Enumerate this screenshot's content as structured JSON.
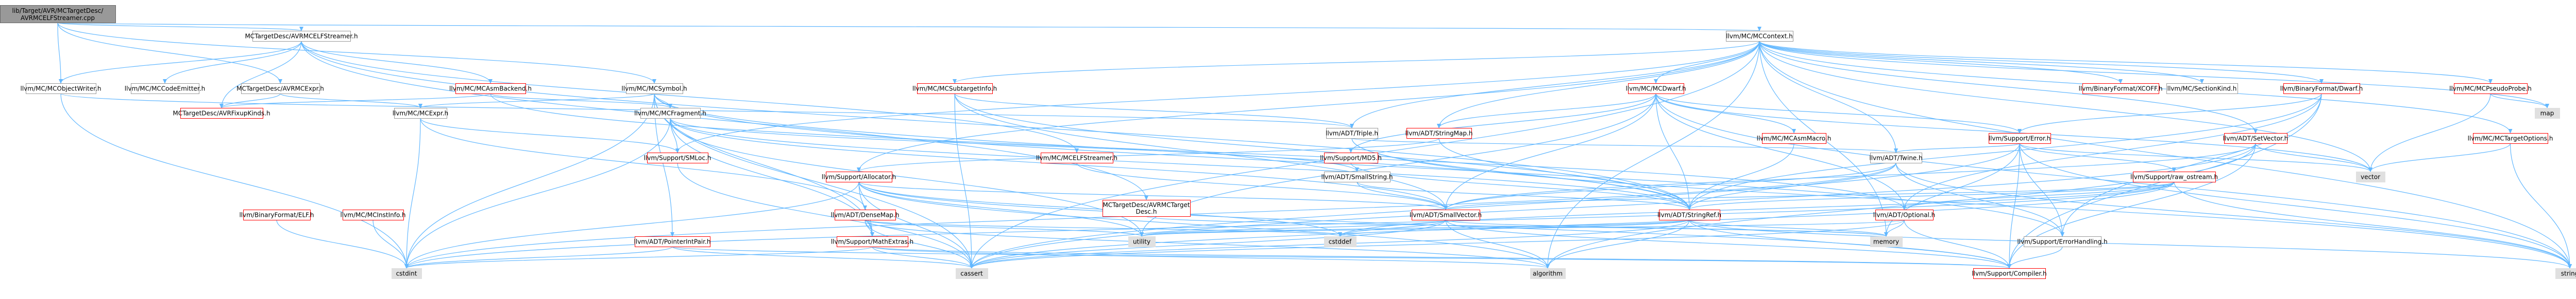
{
  "colors": {
    "edge": "#63b8ff",
    "node_fill": "#ffffff",
    "node_border_default": "#999999",
    "node_border_linked": "#ff0000",
    "root_fill": "#999999",
    "root_border": "#666666",
    "text": "#000000"
  },
  "graph": {
    "nodes": [
      {
        "id": "root",
        "label": "lib/Target/AVR/MCTargetDesc/AVRMCELFStreamer.cpp",
        "kind": "root"
      },
      {
        "id": "avrmcelfstreamer_h",
        "label": "MCTargetDesc/AVRMCELFStreamer.h",
        "kind": "default"
      },
      {
        "id": "mccontext_h",
        "label": "llvm/MC/MCContext.h",
        "kind": "default"
      },
      {
        "id": "mcobjectwriter_h",
        "label": "llvm/MC/MCObjectWriter.h",
        "kind": "default"
      },
      {
        "id": "mccodeemitter_h",
        "label": "llvm/MC/MCCodeEmitter.h",
        "kind": "default"
      },
      {
        "id": "avrmcexpr_h",
        "label": "MCTargetDesc/AVRMCExpr.h",
        "kind": "default"
      },
      {
        "id": "mcasmbackend_h",
        "label": "llvm/MC/MCAsmBackend.h",
        "kind": "linked"
      },
      {
        "id": "mcsymbol_h",
        "label": "llvm/MC/MCSymbol.h",
        "kind": "default"
      },
      {
        "id": "avrfixupkinds_h",
        "label": "MCTargetDesc/AVRFixupKinds.h",
        "kind": "linked"
      },
      {
        "id": "mcexpr_h",
        "label": "llvm/MC/MCExpr.h",
        "kind": "default"
      },
      {
        "id": "mcfragment_h",
        "label": "llvm/MC/MCFragment.h",
        "kind": "default"
      },
      {
        "id": "mcsubtargetinfo_h",
        "label": "llvm/MC/MCSubtargetInfo.h",
        "kind": "linked"
      },
      {
        "id": "mcdwarf_h",
        "label": "llvm/MC/MCDwarf.h",
        "kind": "linked"
      },
      {
        "id": "binaryformat_xcoff_h",
        "label": "llvm/BinaryFormat/XCOFF.h",
        "kind": "linked"
      },
      {
        "id": "mcsectionkind_h",
        "label": "llvm/MC/SectionKind.h",
        "kind": "default"
      },
      {
        "id": "binaryformat_dwarf_h",
        "label": "llvm/BinaryFormat/Dwarf.h",
        "kind": "linked"
      },
      {
        "id": "mcpseudoprobe_h",
        "label": "llvm/MC/MCPseudoProbe.h",
        "kind": "linked"
      },
      {
        "id": "mctargetoptions_h",
        "label": "llvm/MC/MCTargetOptions.h",
        "kind": "linked"
      },
      {
        "id": "binaryformat_elf_h",
        "label": "llvm/BinaryFormat/ELF.h",
        "kind": "linked"
      },
      {
        "id": "mcinstinfo_h",
        "label": "llvm/MC/MCInstInfo.h",
        "kind": "linked"
      },
      {
        "id": "smloc_h",
        "label": "llvm/Support/SMLoc.h",
        "kind": "linked"
      },
      {
        "id": "allocator_h",
        "label": "llvm/Support/Allocator.h",
        "kind": "linked"
      },
      {
        "id": "mcelfstreamer_h",
        "label": "llvm/MC/MCELFStreamer.h",
        "kind": "linked"
      },
      {
        "id": "adt_triple_h",
        "label": "llvm/ADT/Triple.h",
        "kind": "default"
      },
      {
        "id": "adt_stringmap_h",
        "label": "llvm/ADT/StringMap.h",
        "kind": "linked"
      },
      {
        "id": "mcasmmacro_h",
        "label": "llvm/MC/MCAsmMacro.h",
        "kind": "linked"
      },
      {
        "id": "support_error_h",
        "label": "llvm/Support/Error.h",
        "kind": "linked"
      },
      {
        "id": "adt_setvector_h",
        "label": "llvm/ADT/SetVector.h",
        "kind": "linked"
      },
      {
        "id": "support_md5_h",
        "label": "llvm/Support/MD5.h",
        "kind": "linked"
      },
      {
        "id": "adt_smallstring_h",
        "label": "llvm/ADT/SmallString.h",
        "kind": "default"
      },
      {
        "id": "adt_twine_h",
        "label": "llvm/ADT/Twine.h",
        "kind": "default"
      },
      {
        "id": "raw_ostream_h",
        "label": "llvm/Support/raw_ostream.h",
        "kind": "linked"
      },
      {
        "id": "adt_densemap_h",
        "label": "llvm/ADT/DenseMap.h",
        "kind": "linked"
      },
      {
        "id": "avrmctargetdesc_h",
        "label": "MCTargetDesc/AVRMCTarget\nDesc.h",
        "kind": "linked"
      },
      {
        "id": "adt_smallvector_h",
        "label": "llvm/ADT/SmallVector.h",
        "kind": "linked"
      },
      {
        "id": "adt_stringref_h",
        "label": "llvm/ADT/StringRef.h",
        "kind": "linked"
      },
      {
        "id": "adt_optional_h",
        "label": "llvm/ADT/Optional.h",
        "kind": "linked"
      },
      {
        "id": "adt_pointerintpair_h",
        "label": "llvm/ADT/PointerIntPair.h",
        "kind": "linked"
      },
      {
        "id": "mathextras_h",
        "label": "llvm/Support/MathExtras.h",
        "kind": "linked"
      },
      {
        "id": "errorhandling_h",
        "label": "llvm/Support/ErrorHandling.h",
        "kind": "default"
      },
      {
        "id": "compiler_h",
        "label": "llvm/Support/Compiler.h",
        "kind": "linked"
      },
      {
        "id": "std_vector",
        "label": "vector",
        "kind": "std"
      },
      {
        "id": "std_map",
        "label": "map",
        "kind": "std"
      },
      {
        "id": "std_utility",
        "label": "utility",
        "kind": "std"
      },
      {
        "id": "std_cstddef",
        "label": "cstddef",
        "kind": "std"
      },
      {
        "id": "std_memory",
        "label": "memory",
        "kind": "std"
      },
      {
        "id": "std_cstdint",
        "label": "cstdint",
        "kind": "std"
      },
      {
        "id": "std_cassert",
        "label": "cassert",
        "kind": "std"
      },
      {
        "id": "std_algorithm",
        "label": "algorithm",
        "kind": "std"
      },
      {
        "id": "std_string",
        "label": "string",
        "kind": "std"
      }
    ],
    "edges": [
      [
        "root",
        "avrmcelfstreamer_h"
      ],
      [
        "root",
        "mccontext_h"
      ],
      [
        "root",
        "mcobjectwriter_h"
      ],
      [
        "root",
        "mcsymbol_h"
      ],
      [
        "root",
        "avrmcexpr_h"
      ],
      [
        "avrmcelfstreamer_h",
        "mcobjectwriter_h"
      ],
      [
        "avrmcelfstreamer_h",
        "mccodeemitter_h"
      ],
      [
        "avrmcelfstreamer_h",
        "mcasmbackend_h"
      ],
      [
        "avrmcelfstreamer_h",
        "mcelfstreamer_h"
      ],
      [
        "avrmcelfstreamer_h",
        "avrmctargetdesc_h"
      ],
      [
        "avrmcelfstreamer_h",
        "avrfixupkinds_h"
      ],
      [
        "avrmcelfstreamer_h",
        "adt_stringref_h"
      ],
      [
        "avrmcexpr_h",
        "mcexpr_h"
      ],
      [
        "avrmcexpr_h",
        "avrfixupkinds_h"
      ],
      [
        "mcasmbackend_h",
        "mcfragment_h"
      ],
      [
        "mcasmbackend_h",
        "avrfixupkinds_h"
      ],
      [
        "mcasmbackend_h",
        "adt_optional_h"
      ],
      [
        "mcsymbol_h",
        "mcexpr_h"
      ],
      [
        "mcsymbol_h",
        "mcfragment_h"
      ],
      [
        "mcsymbol_h",
        "adt_pointerintpair_h"
      ],
      [
        "mcsymbol_h",
        "adt_stringref_h"
      ],
      [
        "mcsymbol_h",
        "std_cstdint"
      ],
      [
        "mcsymbol_h",
        "std_cassert"
      ],
      [
        "mcsymbol_h",
        "errorhandling_h"
      ],
      [
        "mcsymbol_h",
        "mathextras_h"
      ],
      [
        "mccontext_h",
        "mcsubtargetinfo_h"
      ],
      [
        "mccontext_h",
        "mcdwarf_h"
      ],
      [
        "mccontext_h",
        "binaryformat_xcoff_h"
      ],
      [
        "mccontext_h",
        "mcsectionkind_h"
      ],
      [
        "mccontext_h",
        "binaryformat_dwarf_h"
      ],
      [
        "mccontext_h",
        "mcpseudoprobe_h"
      ],
      [
        "mccontext_h",
        "mctargetoptions_h"
      ],
      [
        "mccontext_h",
        "adt_twine_h"
      ],
      [
        "mccontext_h",
        "adt_setvector_h"
      ],
      [
        "mccontext_h",
        "adt_stringmap_h"
      ],
      [
        "mccontext_h",
        "allocator_h"
      ],
      [
        "mccontext_h",
        "smloc_h"
      ],
      [
        "mccontext_h",
        "adt_triple_h"
      ],
      [
        "mccontext_h",
        "std_vector"
      ],
      [
        "mccontext_h",
        "std_map"
      ],
      [
        "mccontext_h",
        "std_string"
      ],
      [
        "mccontext_h",
        "std_memory"
      ],
      [
        "mccontext_h",
        "std_algorithm"
      ],
      [
        "mccontext_h",
        "std_cassert"
      ],
      [
        "mcobjectwriter_h",
        "adt_triple_h"
      ],
      [
        "mcobjectwriter_h",
        "std_cstdint"
      ],
      [
        "mcexpr_h",
        "smloc_h"
      ],
      [
        "mcexpr_h",
        "adt_densemap_h"
      ],
      [
        "mcexpr_h",
        "std_cstdint"
      ],
      [
        "mcfragment_h",
        "smloc_h"
      ],
      [
        "mcfragment_h",
        "adt_smallstring_h"
      ],
      [
        "mcfragment_h",
        "adt_smallvector_h"
      ],
      [
        "mcfragment_h",
        "adt_stringref_h"
      ],
      [
        "mcfragment_h",
        "mathextras_h"
      ],
      [
        "mcfragment_h",
        "std_cstdint"
      ],
      [
        "mcfragment_h",
        "std_utility"
      ],
      [
        "mcsubtargetinfo_h",
        "adt_stringref_h"
      ],
      [
        "mcsubtargetinfo_h",
        "adt_triple_h"
      ],
      [
        "mcsubtargetinfo_h",
        "adt_smallvector_h"
      ],
      [
        "mcsubtargetinfo_h",
        "std_cassert"
      ],
      [
        "mcdwarf_h",
        "mcasmmacro_h"
      ],
      [
        "mcdwarf_h",
        "support_error_h"
      ],
      [
        "mcdwarf_h",
        "support_md5_h"
      ],
      [
        "mcdwarf_h",
        "adt_stringmap_h"
      ],
      [
        "mcdwarf_h",
        "adt_optional_h"
      ],
      [
        "mcdwarf_h",
        "adt_stringref_h"
      ],
      [
        "mcdwarf_h",
        "adt_smallvector_h"
      ],
      [
        "mcdwarf_h",
        "std_vector"
      ],
      [
        "mcdwarf_h",
        "std_string"
      ],
      [
        "mcdwarf_h",
        "std_utility"
      ],
      [
        "binaryformat_dwarf_h",
        "support_error_h"
      ],
      [
        "binaryformat_dwarf_h",
        "adt_stringref_h"
      ],
      [
        "binaryformat_dwarf_h",
        "adt_optional_h"
      ],
      [
        "binaryformat_dwarf_h",
        "errorhandling_h"
      ],
      [
        "binaryformat_dwarf_h",
        "compiler_h"
      ],
      [
        "mcpseudoprobe_h",
        "std_vector"
      ],
      [
        "mcpseudoprobe_h",
        "std_map"
      ],
      [
        "mctargetoptions_h",
        "std_vector"
      ],
      [
        "mctargetoptions_h",
        "std_string"
      ],
      [
        "adt_setvector_h",
        "adt_smallvector_h"
      ],
      [
        "adt_setvector_h",
        "compiler_h"
      ],
      [
        "adt_setvector_h",
        "std_algorithm"
      ],
      [
        "adt_setvector_h",
        "std_cassert"
      ],
      [
        "adt_setvector_h",
        "std_vector"
      ],
      [
        "support_error_h",
        "adt_twine_h"
      ],
      [
        "support_error_h",
        "raw_ostream_h"
      ],
      [
        "support_error_h",
        "errorhandling_h"
      ],
      [
        "support_error_h",
        "compiler_h"
      ],
      [
        "support_error_h",
        "std_vector"
      ],
      [
        "support_error_h",
        "std_string"
      ],
      [
        "support_error_h",
        "std_memory"
      ],
      [
        "support_error_h",
        "std_cassert"
      ],
      [
        "adt_twine_h",
        "adt_smallvector_h"
      ],
      [
        "adt_twine_h",
        "adt_stringref_h"
      ],
      [
        "adt_twine_h",
        "errorhandling_h"
      ],
      [
        "adt_twine_h",
        "std_cstdint"
      ],
      [
        "adt_twine_h",
        "std_string"
      ],
      [
        "raw_ostream_h",
        "adt_smallvector_h"
      ],
      [
        "raw_ostream_h",
        "adt_stringref_h"
      ],
      [
        "raw_ostream_h",
        "adt_optional_h"
      ],
      [
        "raw_ostream_h",
        "std_cassert"
      ],
      [
        "raw_ostream_h",
        "std_cstddef"
      ],
      [
        "raw_ostream_h",
        "std_cstdint"
      ],
      [
        "raw_ostream_h",
        "std_string"
      ],
      [
        "allocator_h",
        "adt_smallvector_h"
      ],
      [
        "allocator_h",
        "mathextras_h"
      ],
      [
        "allocator_h",
        "compiler_h"
      ],
      [
        "allocator_h",
        "std_cstddef"
      ],
      [
        "allocator_h",
        "std_utility"
      ],
      [
        "allocator_h",
        "std_algorithm"
      ],
      [
        "allocator_h",
        "std_cassert"
      ],
      [
        "allocator_h",
        "std_cstdint"
      ],
      [
        "adt_densemap_h",
        "mathextras_h"
      ],
      [
        "adt_densemap_h",
        "std_utility"
      ],
      [
        "adt_densemap_h",
        "std_algorithm"
      ],
      [
        "adt_densemap_h",
        "std_cassert"
      ],
      [
        "adt_densemap_h",
        "std_cstddef"
      ],
      [
        "adt_smallvector_h",
        "compiler_h"
      ],
      [
        "adt_smallvector_h",
        "std_algorithm"
      ],
      [
        "adt_smallvector_h",
        "std_cassert"
      ],
      [
        "adt_smallvector_h",
        "std_cstddef"
      ],
      [
        "adt_smallvector_h",
        "std_memory"
      ],
      [
        "adt_smallvector_h",
        "std_utility"
      ],
      [
        "adt_stringref_h",
        "compiler_h"
      ],
      [
        "adt_stringref_h",
        "std_algorithm"
      ],
      [
        "adt_stringref_h",
        "std_cassert"
      ],
      [
        "adt_stringref_h",
        "std_cstddef"
      ],
      [
        "adt_stringref_h",
        "std_string"
      ],
      [
        "adt_stringref_h",
        "std_utility"
      ],
      [
        "adt_stringref_h",
        "std_memory"
      ],
      [
        "adt_optional_h",
        "compiler_h"
      ],
      [
        "adt_optional_h",
        "std_cassert"
      ],
      [
        "adt_optional_h",
        "std_memory"
      ],
      [
        "adt_optional_h",
        "std_utility"
      ],
      [
        "adt_pointerintpair_h",
        "std_cassert"
      ],
      [
        "adt_pointerintpair_h",
        "std_cstdint"
      ],
      [
        "adt_pointerintpair_h",
        "compiler_h"
      ],
      [
        "mathextras_h",
        "compiler_h"
      ],
      [
        "mathextras_h",
        "std_algorithm"
      ],
      [
        "mathextras_h",
        "std_cassert"
      ],
      [
        "mathextras_h",
        "std_cstdint"
      ],
      [
        "adt_triple_h",
        "adt_twine_h"
      ],
      [
        "adt_triple_h",
        "adt_stringref_h"
      ],
      [
        "adt_triple_h",
        "std_string"
      ],
      [
        "adt_stringmap_h",
        "adt_stringref_h"
      ],
      [
        "adt_stringmap_h",
        "allocator_h"
      ],
      [
        "mcelfstreamer_h",
        "adt_smallvector_h"
      ],
      [
        "smloc_h",
        "std_cassert"
      ],
      [
        "support_md5_h",
        "adt_stringref_h"
      ],
      [
        "adt_smallstring_h",
        "adt_smallvector_h"
      ],
      [
        "adt_smallstring_h",
        "adt_stringref_h"
      ],
      [
        "errorhandling_h",
        "compiler_h"
      ],
      [
        "avrmctargetdesc_h",
        "std_memory"
      ],
      [
        "mcinstinfo_h",
        "std_cstdint"
      ],
      [
        "binaryformat_elf_h",
        "std_cstdint"
      ],
      [
        "mcasmmacro_h",
        "adt_stringref_h"
      ]
    ]
  }
}
